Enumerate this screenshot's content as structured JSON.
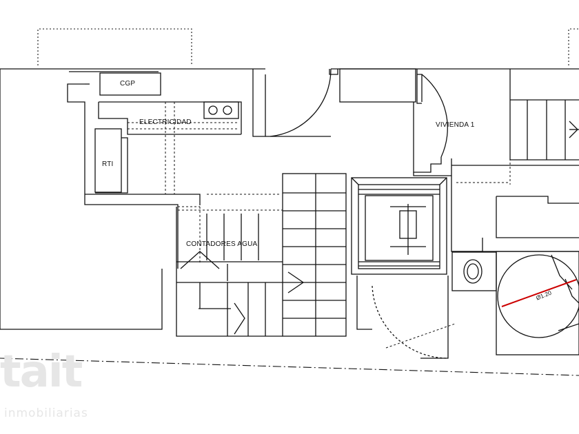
{
  "rooms": {
    "cgp": "CGP",
    "electricidad": "ELECTRICIDAD",
    "rti": "RTI",
    "vivienda": "VIVIENDA 1",
    "contadores": "CONTADORES AGUA",
    "diameter": "Ø1.20"
  },
  "watermark": {
    "brand": "tait",
    "sub": "inmobiliarias"
  },
  "colors": {
    "line": "#111111",
    "dimension": "#cc0000",
    "watermark": "#e6e6e6"
  }
}
